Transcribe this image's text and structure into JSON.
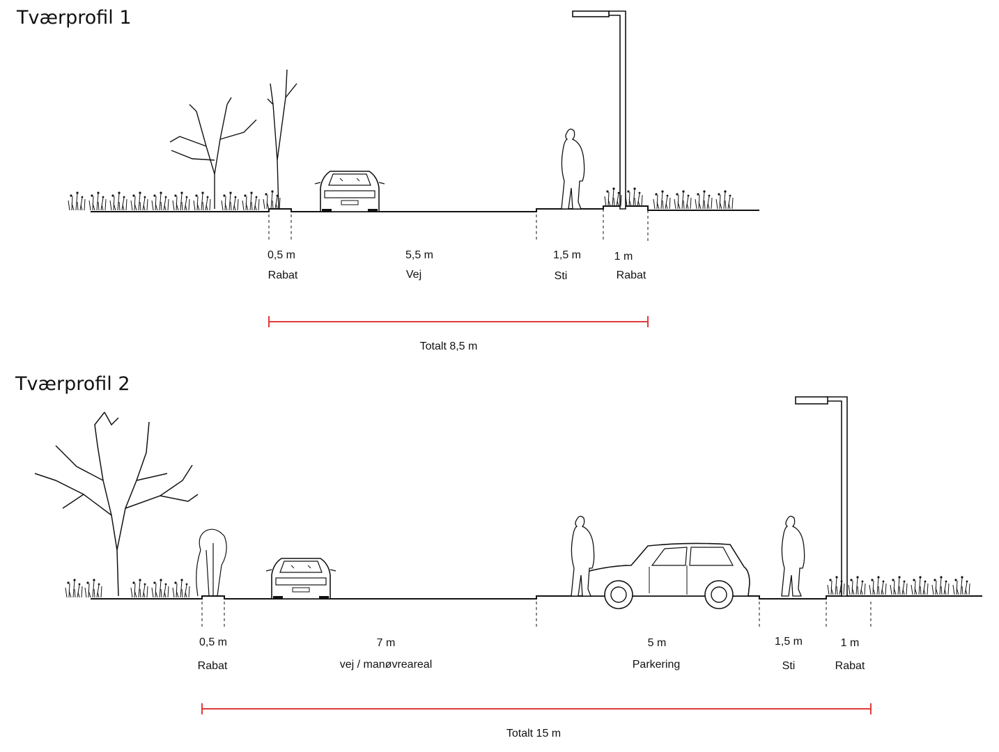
{
  "colors": {
    "line": "#111111",
    "dimension": "#e03a3a"
  },
  "profiles": [
    {
      "title": "Tværprofil 1",
      "segments": [
        {
          "width": "0,5 m",
          "name": "Rabat"
        },
        {
          "width": "5,5 m",
          "name": "Vej"
        },
        {
          "width": "1,5 m",
          "name": "Sti"
        },
        {
          "width": "1 m",
          "name": "Rabat"
        }
      ],
      "total": "Totalt 8,5 m"
    },
    {
      "title": "Tværprofil 2",
      "segments": [
        {
          "width": "0,5 m",
          "name": "Rabat"
        },
        {
          "width": "7 m",
          "name": "vej / manøvreareal"
        },
        {
          "width": "5 m",
          "name": "Parkering"
        },
        {
          "width": "1,5 m",
          "name": "Sti"
        },
        {
          "width": "1 m",
          "name": "Rabat"
        }
      ],
      "total": "Totalt 15 m"
    }
  ]
}
